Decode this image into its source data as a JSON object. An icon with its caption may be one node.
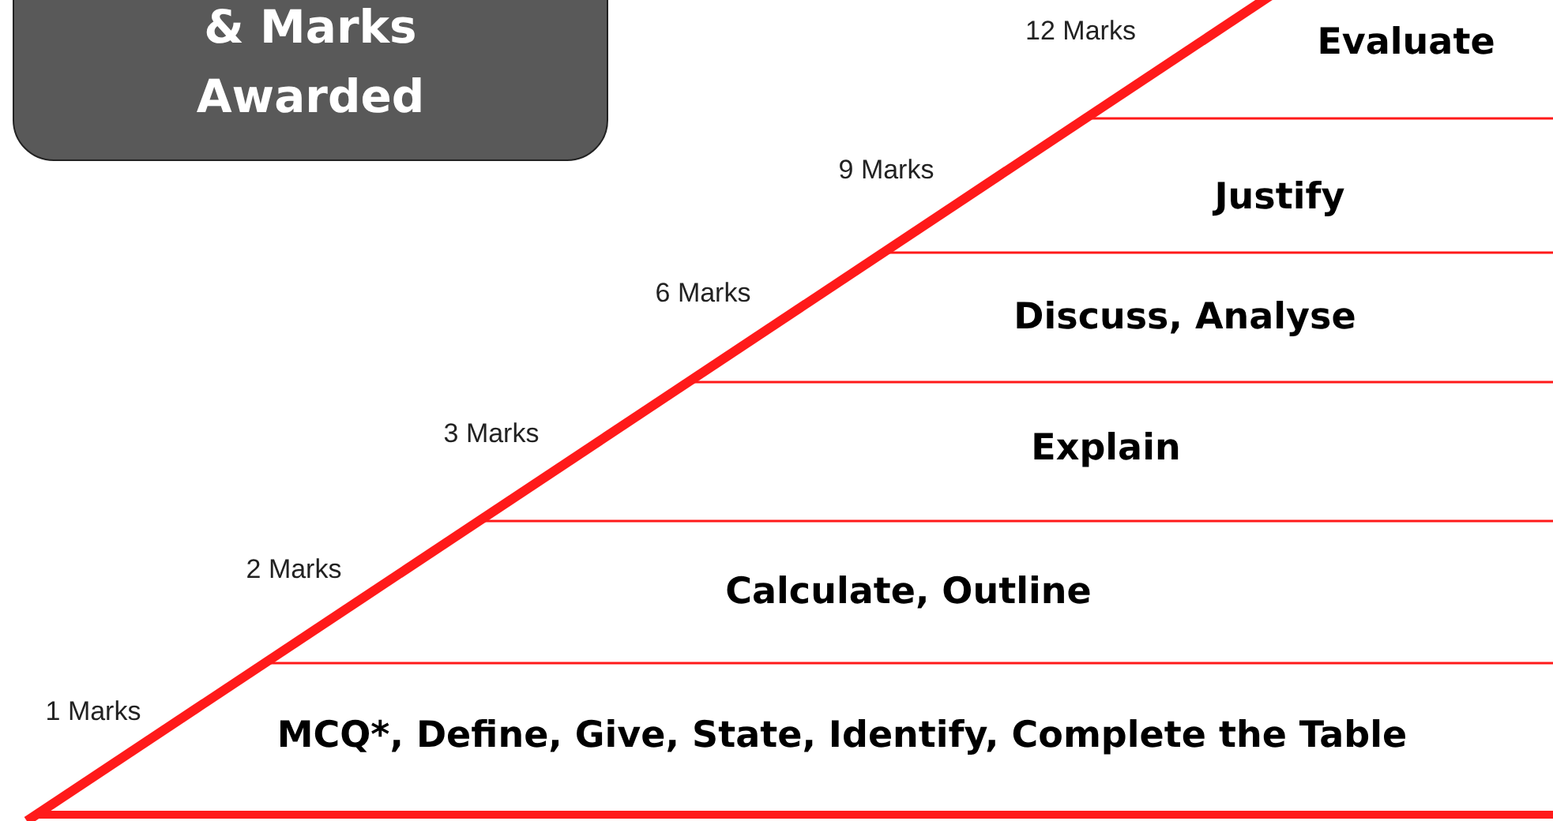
{
  "diagram": {
    "nodes": [
      {
        "text": [
          "& Marks Awarded"
        ]
      },
      {
        "text": [
          "Evaluate"
        ]
      },
      {
        "text": [
          "Justify"
        ]
      },
      {
        "text": [
          "Discuss, Analyse"
        ]
      },
      {
        "text": [
          "Explain"
        ]
      },
      {
        "text": [
          "Calculate, Outline"
        ]
      },
      {
        "text": [
          "MCQ*, Define, Give, State, Identify, Complete the Table"
        ]
      }
    ],
    "labels": [
      "12 Marks",
      "9 Marks",
      "6 Marks",
      "3 Marks",
      "2 Marks",
      "1 Marks"
    ]
  }
}
